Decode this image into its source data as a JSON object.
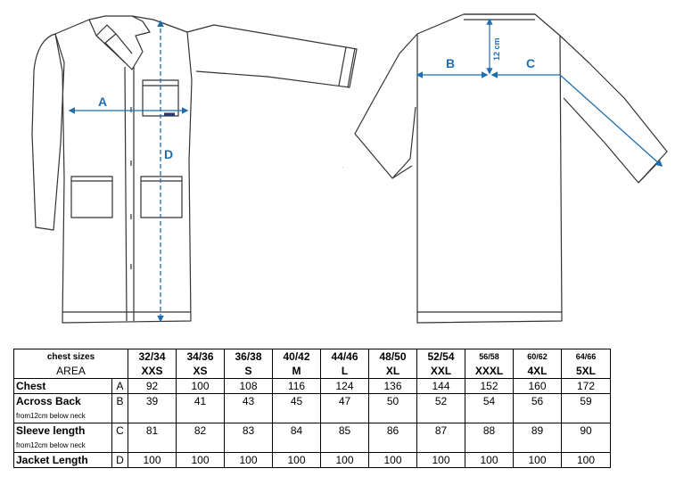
{
  "labels": {
    "a": "A",
    "b": "B",
    "c": "C",
    "d": "D",
    "twelve_cm": "12 cm"
  },
  "table": {
    "header_chest": "chest sizes",
    "header_area": "AREA",
    "chest_sizes": [
      "32/34",
      "34/36",
      "36/38",
      "40/42",
      "44/46",
      "48/50",
      "52/54",
      "56/58",
      "60/62",
      "64/66"
    ],
    "size_codes": [
      "XXS",
      "XS",
      "S",
      "M",
      "L",
      "XL",
      "XXL",
      "XXXL",
      "4XL",
      "5XL"
    ],
    "rows": [
      {
        "label": "Chest",
        "note": "",
        "key": "A",
        "values": [
          "92",
          "100",
          "108",
          "116",
          "124",
          "136",
          "144",
          "152",
          "160",
          "172"
        ]
      },
      {
        "label": "Across Back",
        "note": "from12cm below  neck",
        "key": "B",
        "values": [
          "39",
          "41",
          "43",
          "45",
          "47",
          "50",
          "52",
          "54",
          "56",
          "59"
        ]
      },
      {
        "label": "Sleeve length",
        "note": "from12cm below  neck",
        "key": "C",
        "values": [
          "81",
          "82",
          "83",
          "84",
          "85",
          "86",
          "87",
          "88",
          "89",
          "90"
        ]
      },
      {
        "label": "Jacket Length",
        "note": "",
        "key": "D",
        "values": [
          "100",
          "100",
          "100",
          "100",
          "100",
          "100",
          "100",
          "100",
          "100",
          "100"
        ]
      }
    ]
  },
  "colors": {
    "line": "#333333",
    "measure": "#1f6fb0"
  }
}
